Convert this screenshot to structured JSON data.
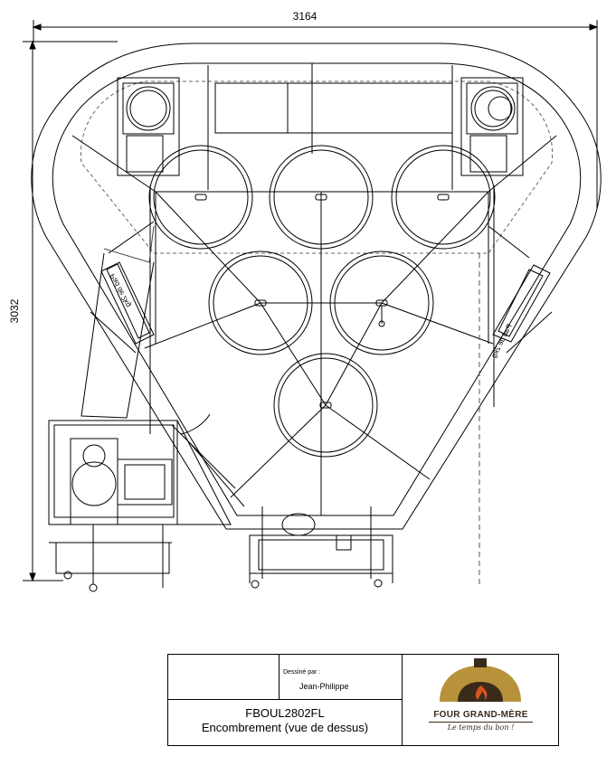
{
  "dimensions": {
    "width_label": "3164",
    "height_label": "3032"
  },
  "drawing": {
    "rotated_label_left": "Pad de 2kg",
    "rotated_label_right": "Pad de 2kg"
  },
  "title_block": {
    "drawn_by_label": "Dessiné par :",
    "drawn_by_name": "Jean-Philippe",
    "code": "FBOUL2802FL",
    "subtitle": "Encombrement (vue de dessus)"
  },
  "logo": {
    "brand": "FOUR GRAND-MÈRE",
    "slogan": "Le temps du bon !",
    "colors": {
      "dome": "#B8923A",
      "flame": "#D9541E",
      "text": "#3a2a1a"
    }
  }
}
